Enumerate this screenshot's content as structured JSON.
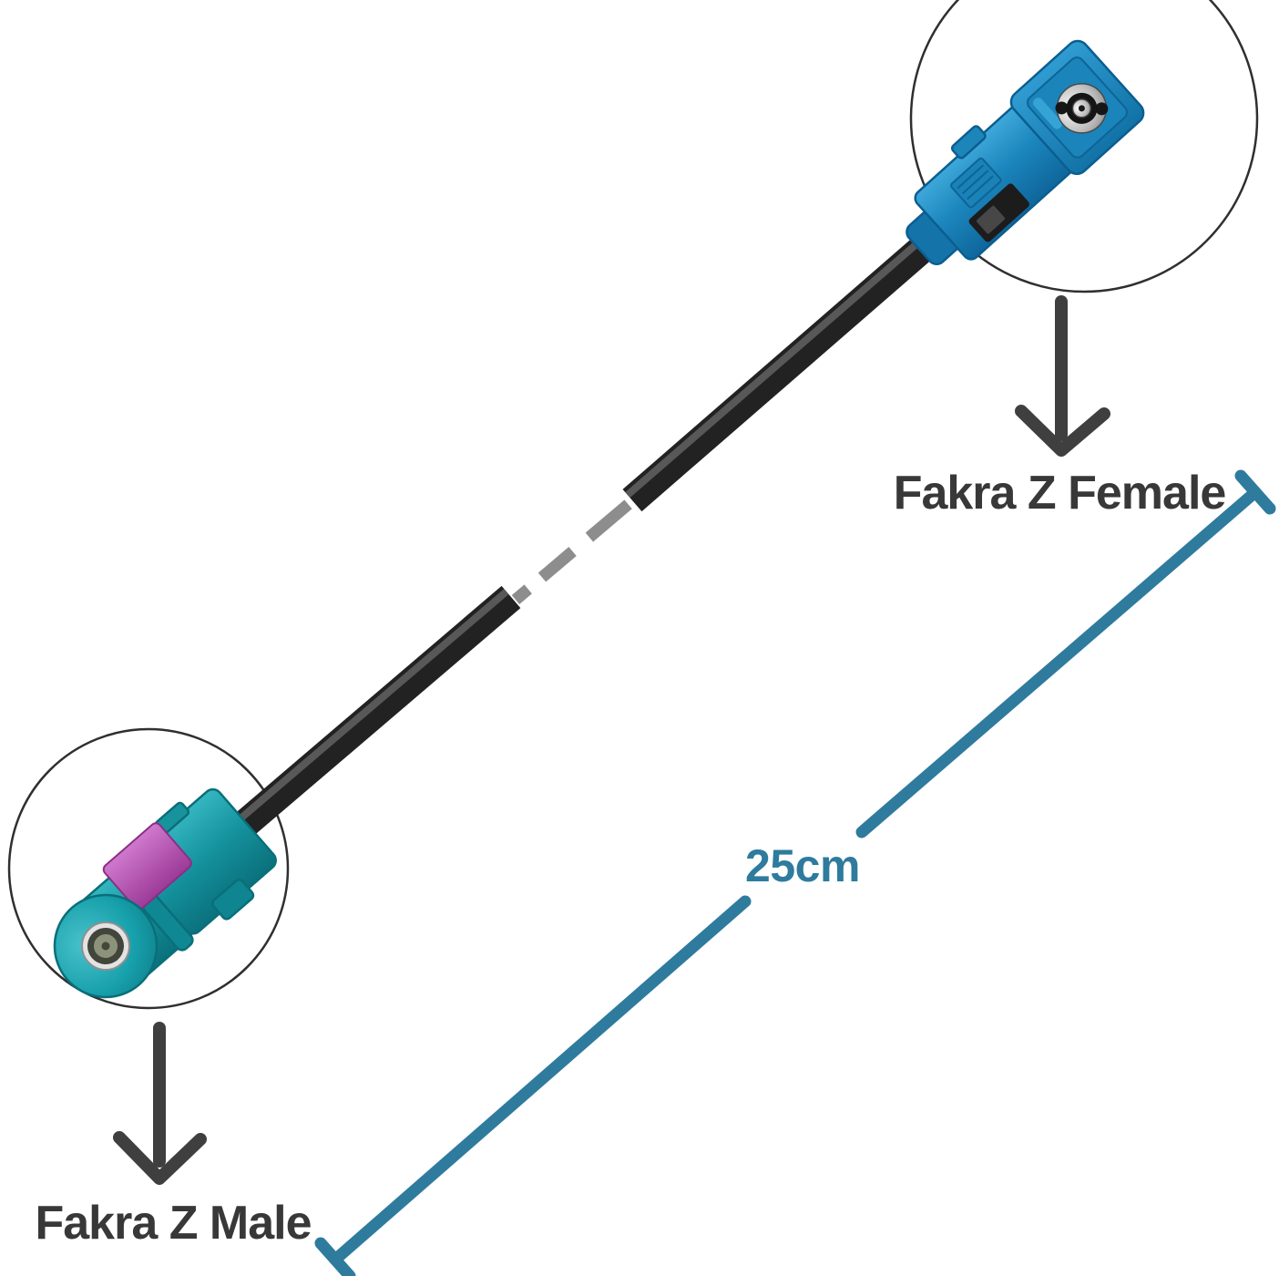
{
  "scene": {
    "female_label": "Fakra Z Female",
    "male_label": "Fakra Z Male",
    "measurement_label": "25cm"
  },
  "colors": {
    "background": "#ffffff",
    "label_text": "#383838",
    "arrow": "#3f3f3f",
    "measure_line": "#2e7b9e",
    "cable": "#222222",
    "cable_highlight": "#707070",
    "cable_dash": "#8d8d8d",
    "circle_outline": "#2f2f2f",
    "female_connector_blue": "#1e87c2",
    "male_connector_teal": "#16a2ab",
    "male_clip_magenta": "#b653b3",
    "metal": "#c9c9c9"
  }
}
